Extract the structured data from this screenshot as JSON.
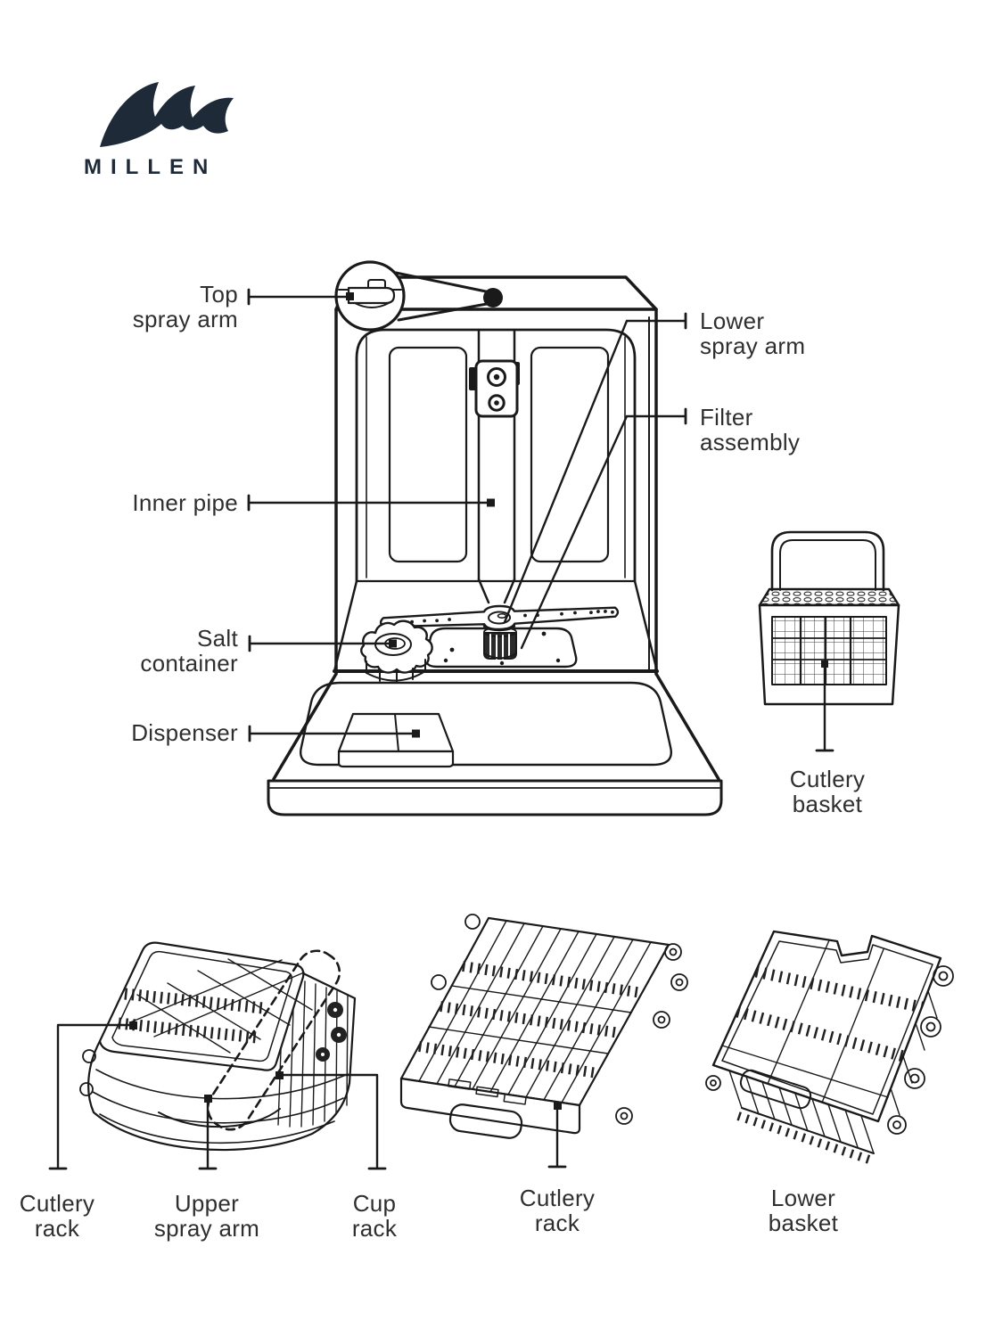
{
  "brand": {
    "logo_text": "MILLEN"
  },
  "colors": {
    "logo_navy": "#1e2a38",
    "line": "#1a1a1a",
    "text": "#2f2f2f",
    "background": "#ffffff"
  },
  "labels": {
    "top_spray_arm": {
      "line1": "Top",
      "line2": "spray arm"
    },
    "lower_spray_arm": {
      "line1": "Lower",
      "line2": "spray arm"
    },
    "filter_assembly": {
      "line1": "Filter",
      "line2": "assembly"
    },
    "inner_pipe": {
      "line1": "Inner pipe"
    },
    "salt_container": {
      "line1": "Salt",
      "line2": "container"
    },
    "dispenser": {
      "line1": "Dispenser"
    },
    "cutlery_basket": {
      "line1": "Cutlery",
      "line2": "basket"
    },
    "cutlery_rack_top": {
      "line1": "Cutlery",
      "line2": "rack"
    },
    "upper_spray_arm": {
      "line1": "Upper",
      "line2": "spray arm"
    },
    "cup_rack": {
      "line1": "Cup",
      "line2": "rack"
    },
    "cutlery_rack_mid": {
      "line1": "Cutlery",
      "line2": "rack"
    },
    "lower_basket": {
      "line1": "Lower",
      "line2": "basket"
    }
  }
}
